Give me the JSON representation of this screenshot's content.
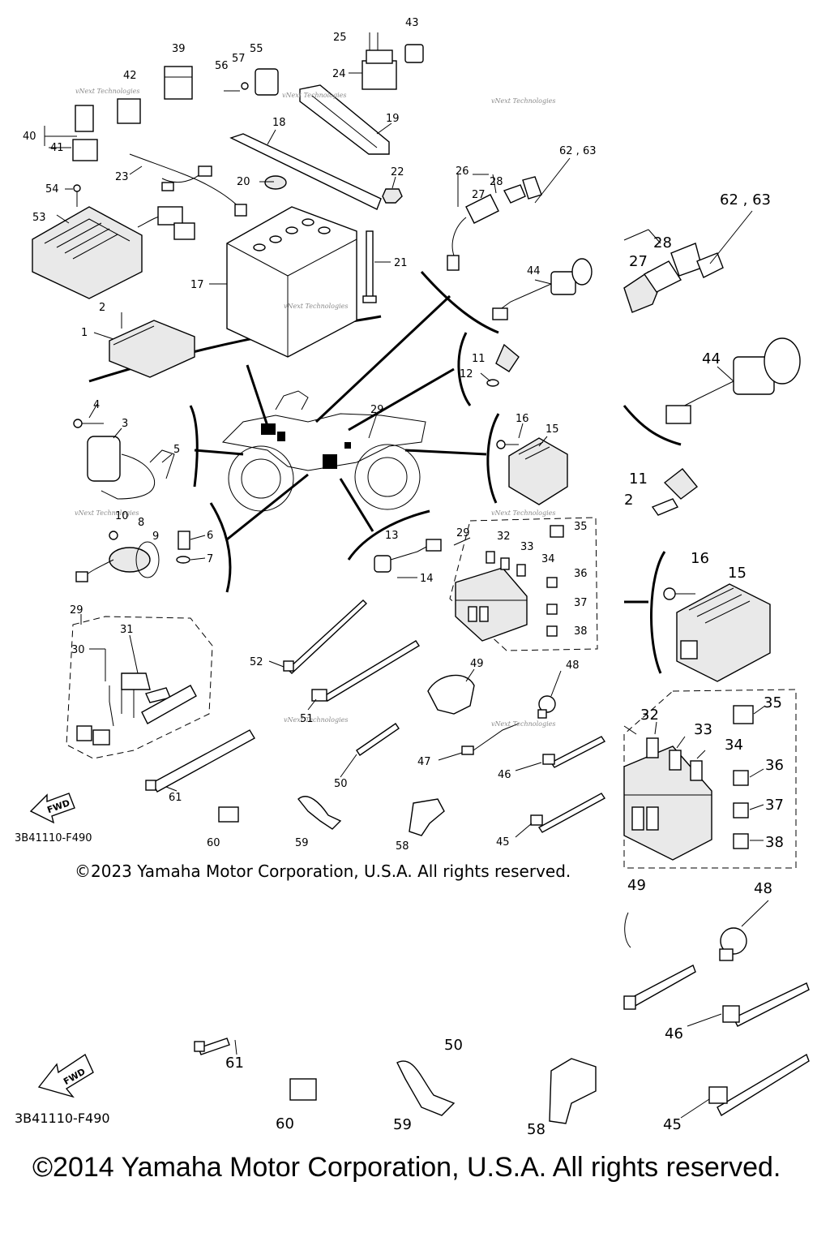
{
  "diagram": {
    "code_small": "3B41110-F490",
    "code_large": "3B41110-F490",
    "fwd": "FWD",
    "watermark": "vNext Technologies",
    "copyright_2023": "©2023 Yamaha Motor Corporation, U.S.A. All rights reserved.",
    "copyright_2014": "©2014 Yamaha Motor Corporation, U.S.A. All rights reserved."
  },
  "labels_upper": {
    "l1": "1",
    "l2": "2",
    "l3": "3",
    "l4": "4",
    "l5": "5",
    "l6": "6",
    "l7": "7",
    "l8": "8",
    "l9": "9",
    "l10": "10",
    "l11": "11",
    "l12": "12",
    "l13": "13",
    "l14": "14",
    "l15": "15",
    "l16": "16",
    "l17": "17",
    "l18": "18",
    "l19": "19",
    "l20": "20",
    "l21": "21",
    "l22": "22",
    "l23": "23",
    "l24": "24",
    "l25": "25",
    "l26": "26",
    "l27": "27",
    "l28": "28",
    "l29a": "29",
    "l29b": "29",
    "l29c": "29",
    "l30": "30",
    "l31": "31",
    "l32": "32",
    "l33": "33",
    "l34": "34",
    "l35": "35",
    "l36": "36",
    "l37": "37",
    "l38": "38",
    "l39": "39",
    "l40": "40",
    "l41": "41",
    "l42": "42",
    "l43": "43",
    "l44": "44",
    "l45": "45",
    "l46": "46",
    "l47": "47",
    "l48": "48",
    "l49": "49",
    "l50": "50",
    "l51": "51",
    "l52": "52",
    "l53": "53",
    "l54": "54",
    "l55": "55",
    "l56": "56",
    "l57": "57",
    "l58": "58",
    "l59": "59",
    "l60": "60",
    "l61": "61",
    "l6263": "62 , 63"
  },
  "labels_large": {
    "l6263": "62 , 63",
    "l28": "28",
    "l27": "27",
    "l44": "44",
    "l11": "11",
    "l12": "2",
    "l16": "16",
    "l15": "15",
    "l32": "32",
    "l33": "33",
    "l34": "34",
    "l35": "35",
    "l36": "36",
    "l37": "37",
    "l38": "38",
    "l49": "49",
    "l48": "48",
    "l46": "46",
    "l45": "45",
    "l50": "50",
    "l58": "58",
    "l59": "59",
    "l60": "60",
    "l61": "61"
  }
}
